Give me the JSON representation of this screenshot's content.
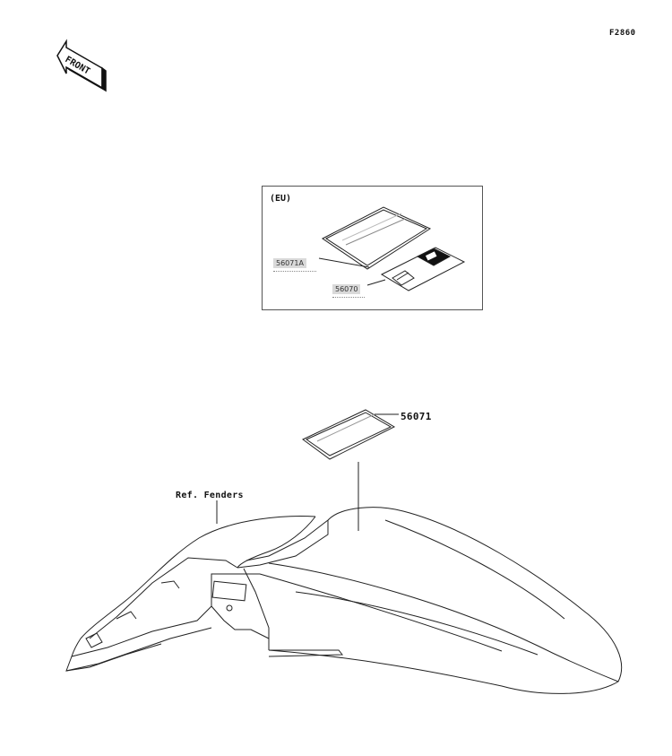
{
  "figure_code": "F2860",
  "front_arrow": {
    "text": "FRONT"
  },
  "eu_box": {
    "label": "(EU)",
    "parts": [
      {
        "number": "56071A"
      },
      {
        "number": "56070"
      }
    ]
  },
  "main_part": {
    "number": "56071"
  },
  "reference": {
    "text": "Ref. Fenders"
  }
}
